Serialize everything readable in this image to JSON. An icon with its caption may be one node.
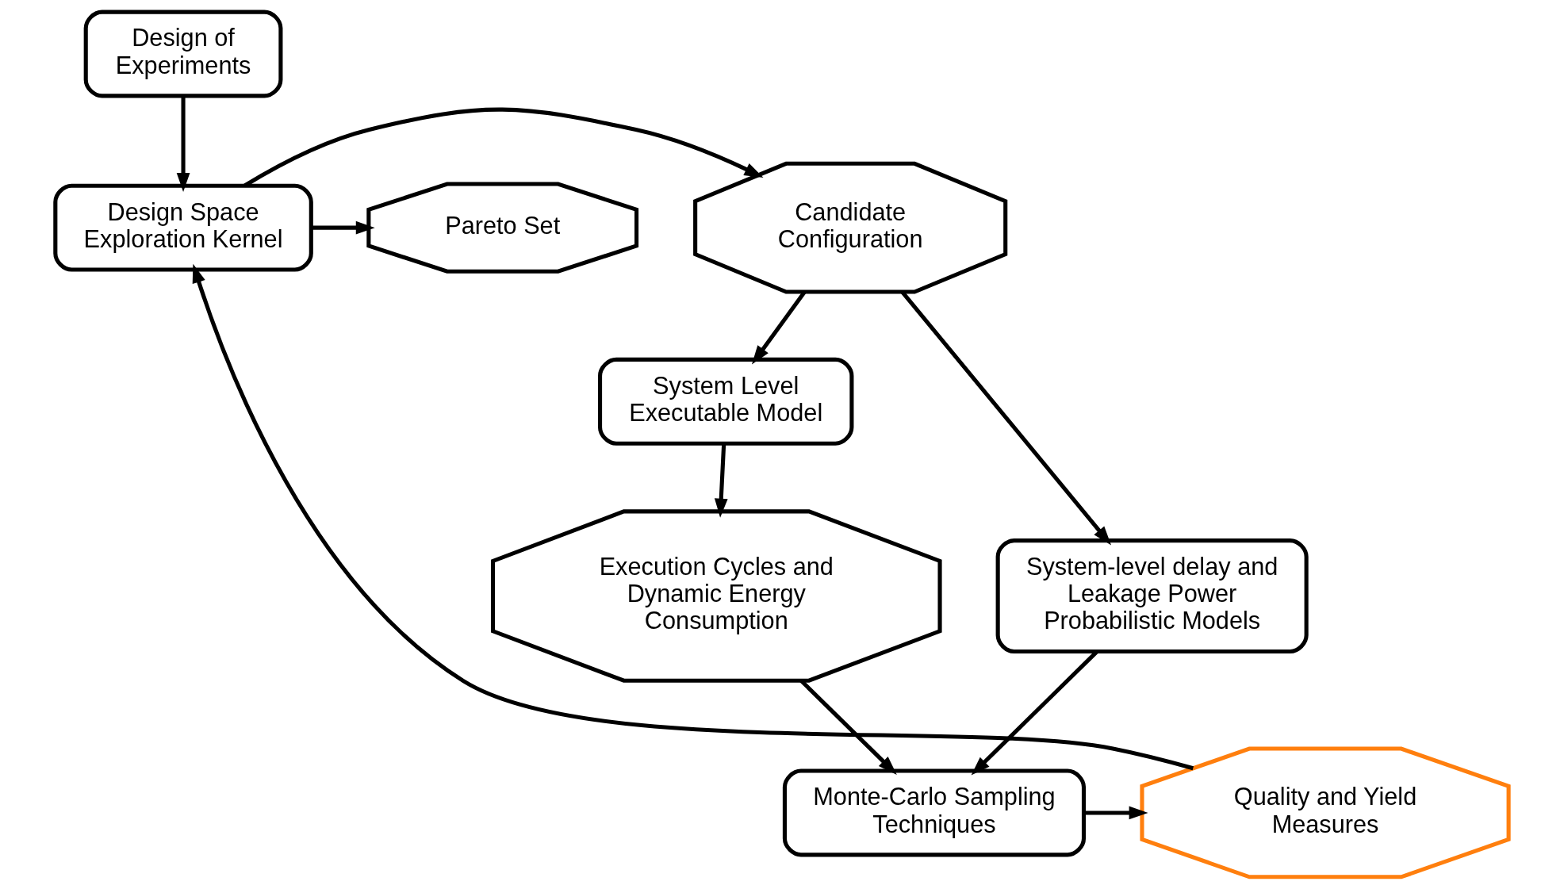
{
  "diagram": {
    "nodes": [
      {
        "text": [
          "Design of Experiments"
        ]
      },
      {
        "text": [
          "Design Space Exploration Kernel"
        ]
      },
      {
        "text": [
          "Candidate Configuration"
        ]
      },
      {
        "text": [
          "Pareto Set"
        ]
      },
      {
        "text": [
          "System Level Executable Model"
        ]
      },
      {
        "text": [
          "System-level delay and Leakage Power Probabilistic Models"
        ]
      },
      {
        "text": [
          "Execution Cycles and Dynamic Energy Consumption"
        ]
      },
      {
        "text": [
          "Monte-Carlo Sampling Techniques"
        ]
      },
      {
        "text": [
          "Quality and Yield Measures"
        ]
      }
    ],
    "edges": [
      {
        "from": 0,
        "to": 1,
        "arrow": "to"
      },
      {
        "from": 1,
        "to": 2,
        "arrow": "to"
      },
      {
        "from": 1,
        "to": 3,
        "arrow": "to"
      },
      {
        "from": 2,
        "to": 4,
        "arrow": "to"
      },
      {
        "from": 2,
        "to": 5,
        "arrow": "to"
      },
      {
        "from": 4,
        "to": 6,
        "arrow": "to"
      },
      {
        "from": 5,
        "to": 7,
        "arrow": "to"
      },
      {
        "from": 6,
        "to": 7,
        "arrow": "to"
      },
      {
        "from": 7,
        "to": 8,
        "arrow": "to"
      },
      {
        "from": 8,
        "to": 1,
        "arrow": "to"
      }
    ]
  }
}
